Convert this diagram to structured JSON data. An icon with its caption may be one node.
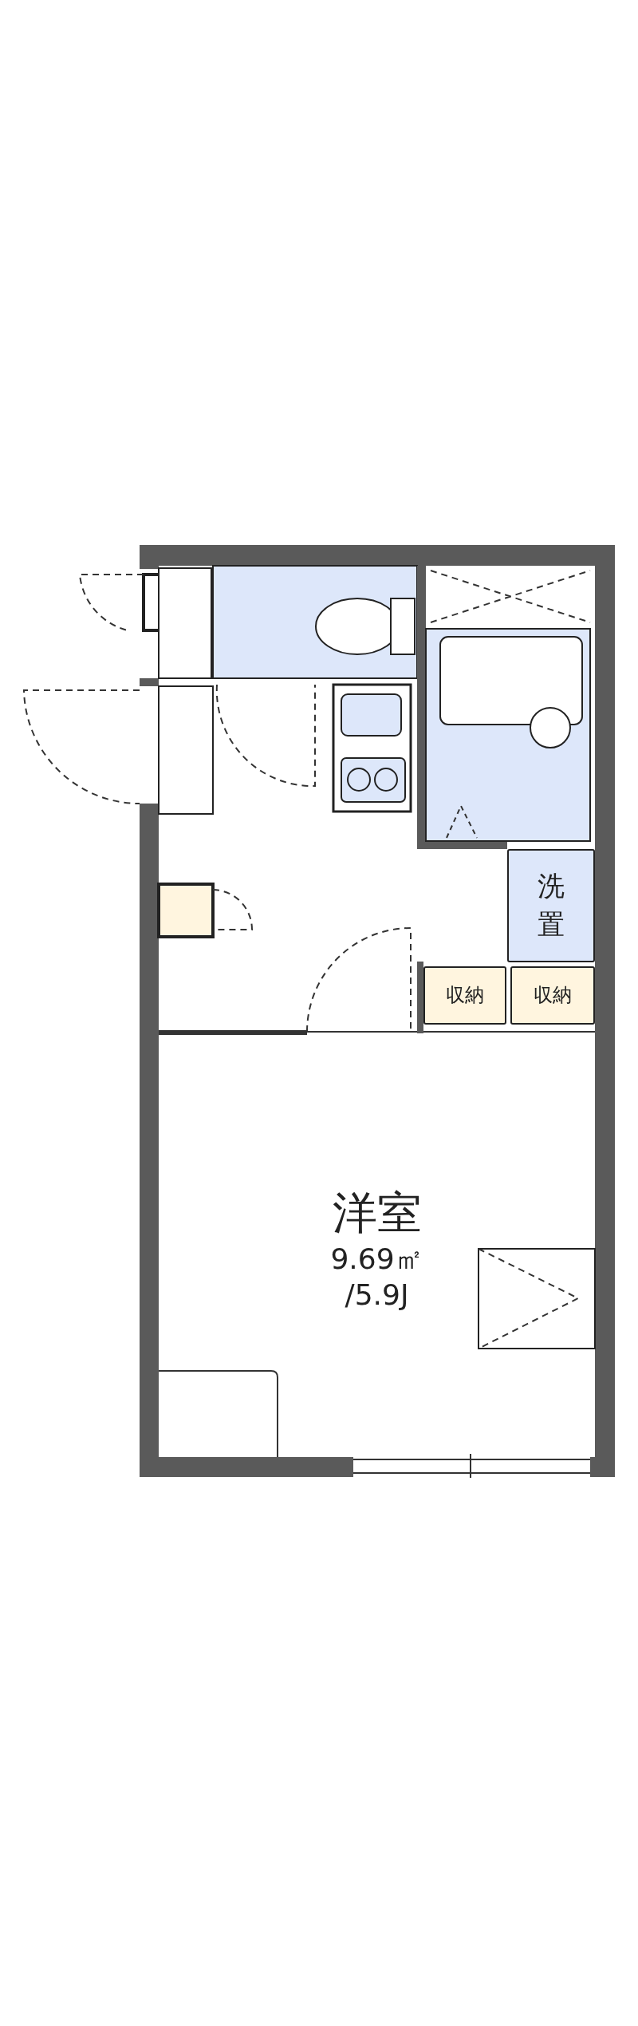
{
  "diagram": {
    "nodes": [
      {
        "text": [
          "洗置"
        ]
      },
      {
        "text": [
          "収納"
        ]
      },
      {
        "text": [
          "収納"
        ]
      },
      {
        "text": [
          "洋室",
          "9.69㎡",
          "/5.9J"
        ]
      }
    ]
  }
}
